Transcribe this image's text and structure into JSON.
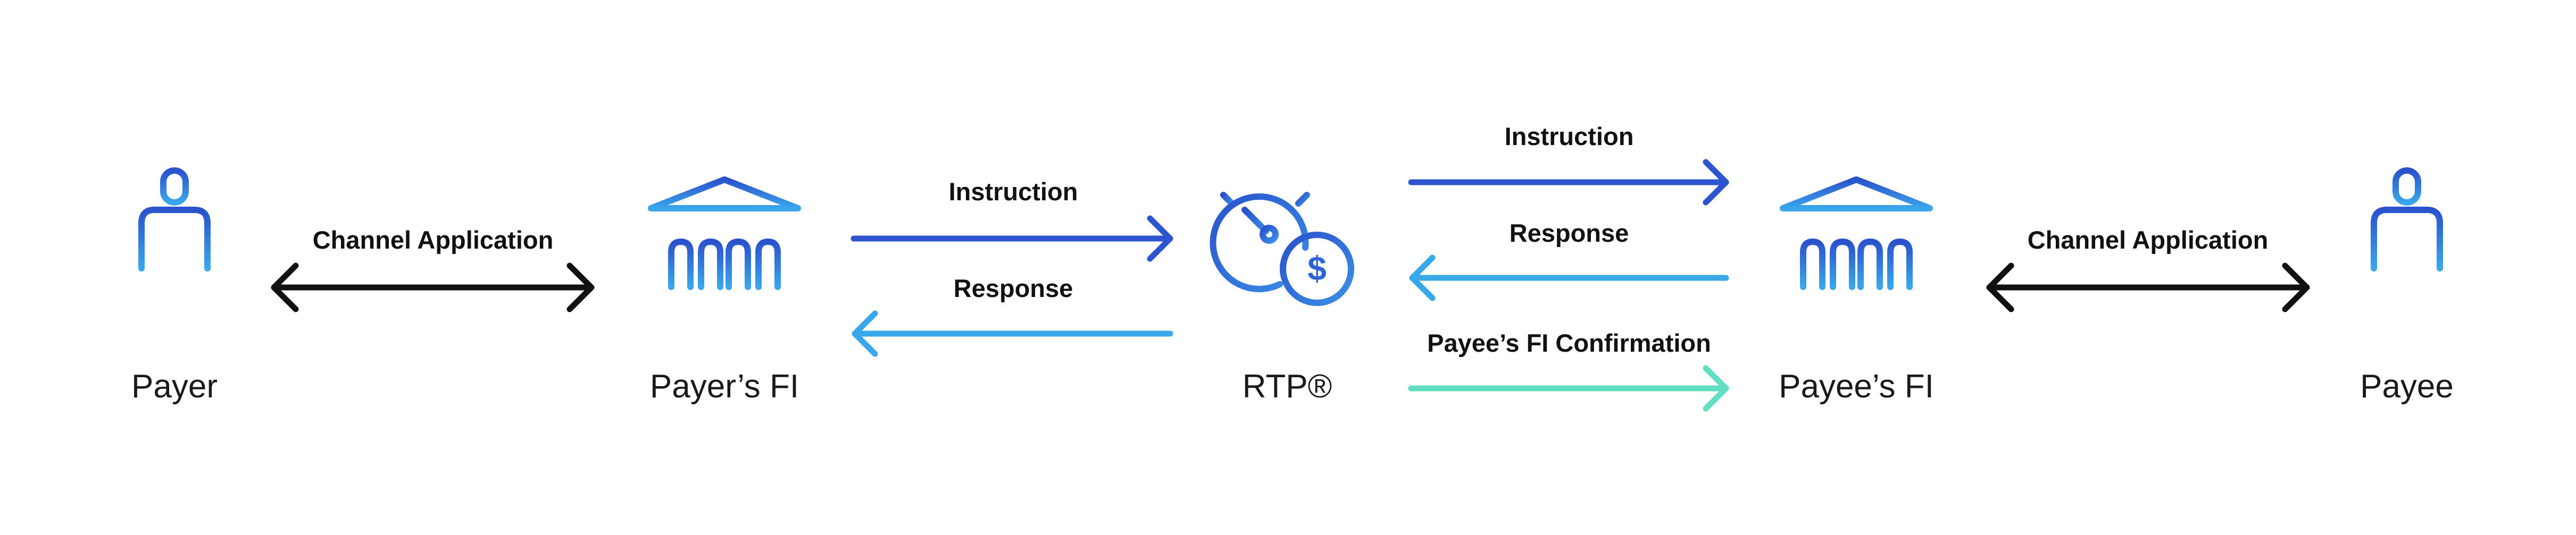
{
  "nodes": {
    "payer": {
      "label": "Payer",
      "icon": "person-icon"
    },
    "payer_fi": {
      "label": "Payer’s FI",
      "icon": "bank-icon"
    },
    "rtp": {
      "label": "RTP®",
      "icon": "stopwatch-dollar-icon"
    },
    "payee_fi": {
      "label": "Payee’s FI",
      "icon": "bank-icon"
    },
    "payee": {
      "label": "Payee",
      "icon": "person-icon"
    }
  },
  "edges": {
    "payer_channel": {
      "label": "Channel Application",
      "direction": "bidirectional"
    },
    "payer_fi_instruction": {
      "label": "Instruction",
      "direction": "to-rtp"
    },
    "payer_fi_response": {
      "label": "Response",
      "direction": "to-payer-fi"
    },
    "payee_fi_instruction": {
      "label": "Instruction",
      "direction": "to-payee-fi"
    },
    "payee_fi_response": {
      "label": "Response",
      "direction": "to-rtp"
    },
    "payee_fi_confirmation": {
      "label": "Payee’s FI Confirmation",
      "direction": "to-payee-fi"
    },
    "payee_channel": {
      "label": "Channel Application",
      "direction": "bidirectional"
    }
  },
  "colors": {
    "icon_top": "#2a52cc",
    "icon_bottom": "#3aa6ec",
    "instruction": "#2d55cf",
    "response": "#38a8ea",
    "confirmation": "#62dfc2",
    "channel": "#111111"
  }
}
